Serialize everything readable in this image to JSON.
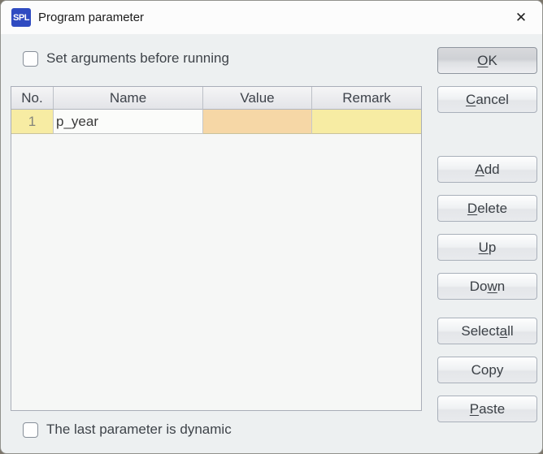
{
  "window": {
    "title": "Program parameter",
    "app_icon_text": "SPL",
    "close_icon": "✕"
  },
  "options": {
    "set_arguments": {
      "label": "Set arguments before running",
      "checked": false
    },
    "last_parameter_dynamic": {
      "label": "The last parameter is dynamic",
      "checked": false
    }
  },
  "table": {
    "columns": [
      "No.",
      "Name",
      "Value",
      "Remark"
    ],
    "rows": [
      {
        "no": "1",
        "name": "p_year",
        "value": "",
        "remark": ""
      }
    ]
  },
  "buttons": {
    "ok": {
      "pre": "",
      "mn": "O",
      "post": "K"
    },
    "cancel": {
      "pre": "",
      "mn": "C",
      "post": "ancel"
    },
    "add": {
      "pre": "",
      "mn": "A",
      "post": "dd"
    },
    "delete": {
      "pre": "",
      "mn": "D",
      "post": "elete"
    },
    "up": {
      "pre": "",
      "mn": "U",
      "post": "p"
    },
    "down": {
      "pre": "Do",
      "mn": "w",
      "post": "n"
    },
    "select_all": {
      "pre": "Select ",
      "mn": "a",
      "post": "ll"
    },
    "copy": {
      "pre": "Copy",
      "mn": "",
      "post": ""
    },
    "paste": {
      "pre": "",
      "mn": "P",
      "post": "aste"
    }
  },
  "colors": {
    "app_icon_blue": "#2f4bc1",
    "titlebar_bg": "#fcfcfc",
    "dialog_body_bg": "#edf0f1",
    "row_number_yellow": "#f7eca3",
    "value_cell_orange": "#f6d7a6",
    "remark_cell_yellow": "#f7eca3"
  }
}
